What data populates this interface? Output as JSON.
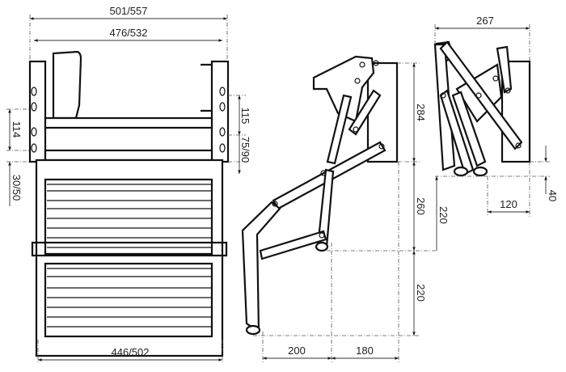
{
  "front_view": {
    "overall_width": "501/557",
    "inner_width": "476/532",
    "step_width": "446/502",
    "hole_spacing_left": "114",
    "hole_spacing_right": "115",
    "right_offset": "75/90",
    "left_offset": "30/50"
  },
  "side_view": {
    "bracket_height": "284",
    "step1_drop": "260",
    "step2_drop": "220",
    "reach_1": "200",
    "reach_2": "180"
  },
  "folded_view": {
    "folded_depth": "267",
    "foot_width": "120",
    "ground_clearance": "40",
    "first_drop": "220"
  }
}
